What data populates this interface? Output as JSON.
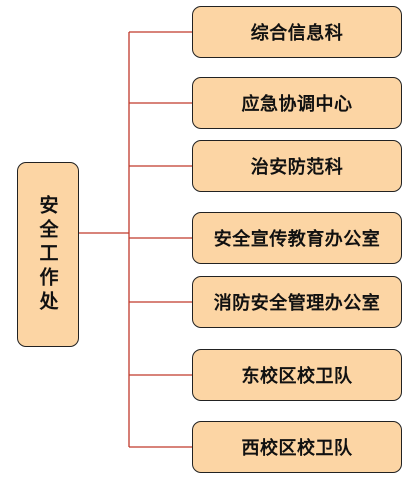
{
  "colors": {
    "box_fill": "#fcd5a4",
    "box_border": "#222222",
    "connector": "#c0392b",
    "text": "#111111"
  },
  "root": {
    "label": "安全工作处"
  },
  "children": [
    {
      "label": "综合信息科"
    },
    {
      "label": "应急协调中心"
    },
    {
      "label": "治安防范科"
    },
    {
      "label": "安全宣传教育办公室"
    },
    {
      "label": "消防安全管理办公室"
    },
    {
      "label": "东校区校卫队"
    },
    {
      "label": "西校区校卫队"
    }
  ]
}
